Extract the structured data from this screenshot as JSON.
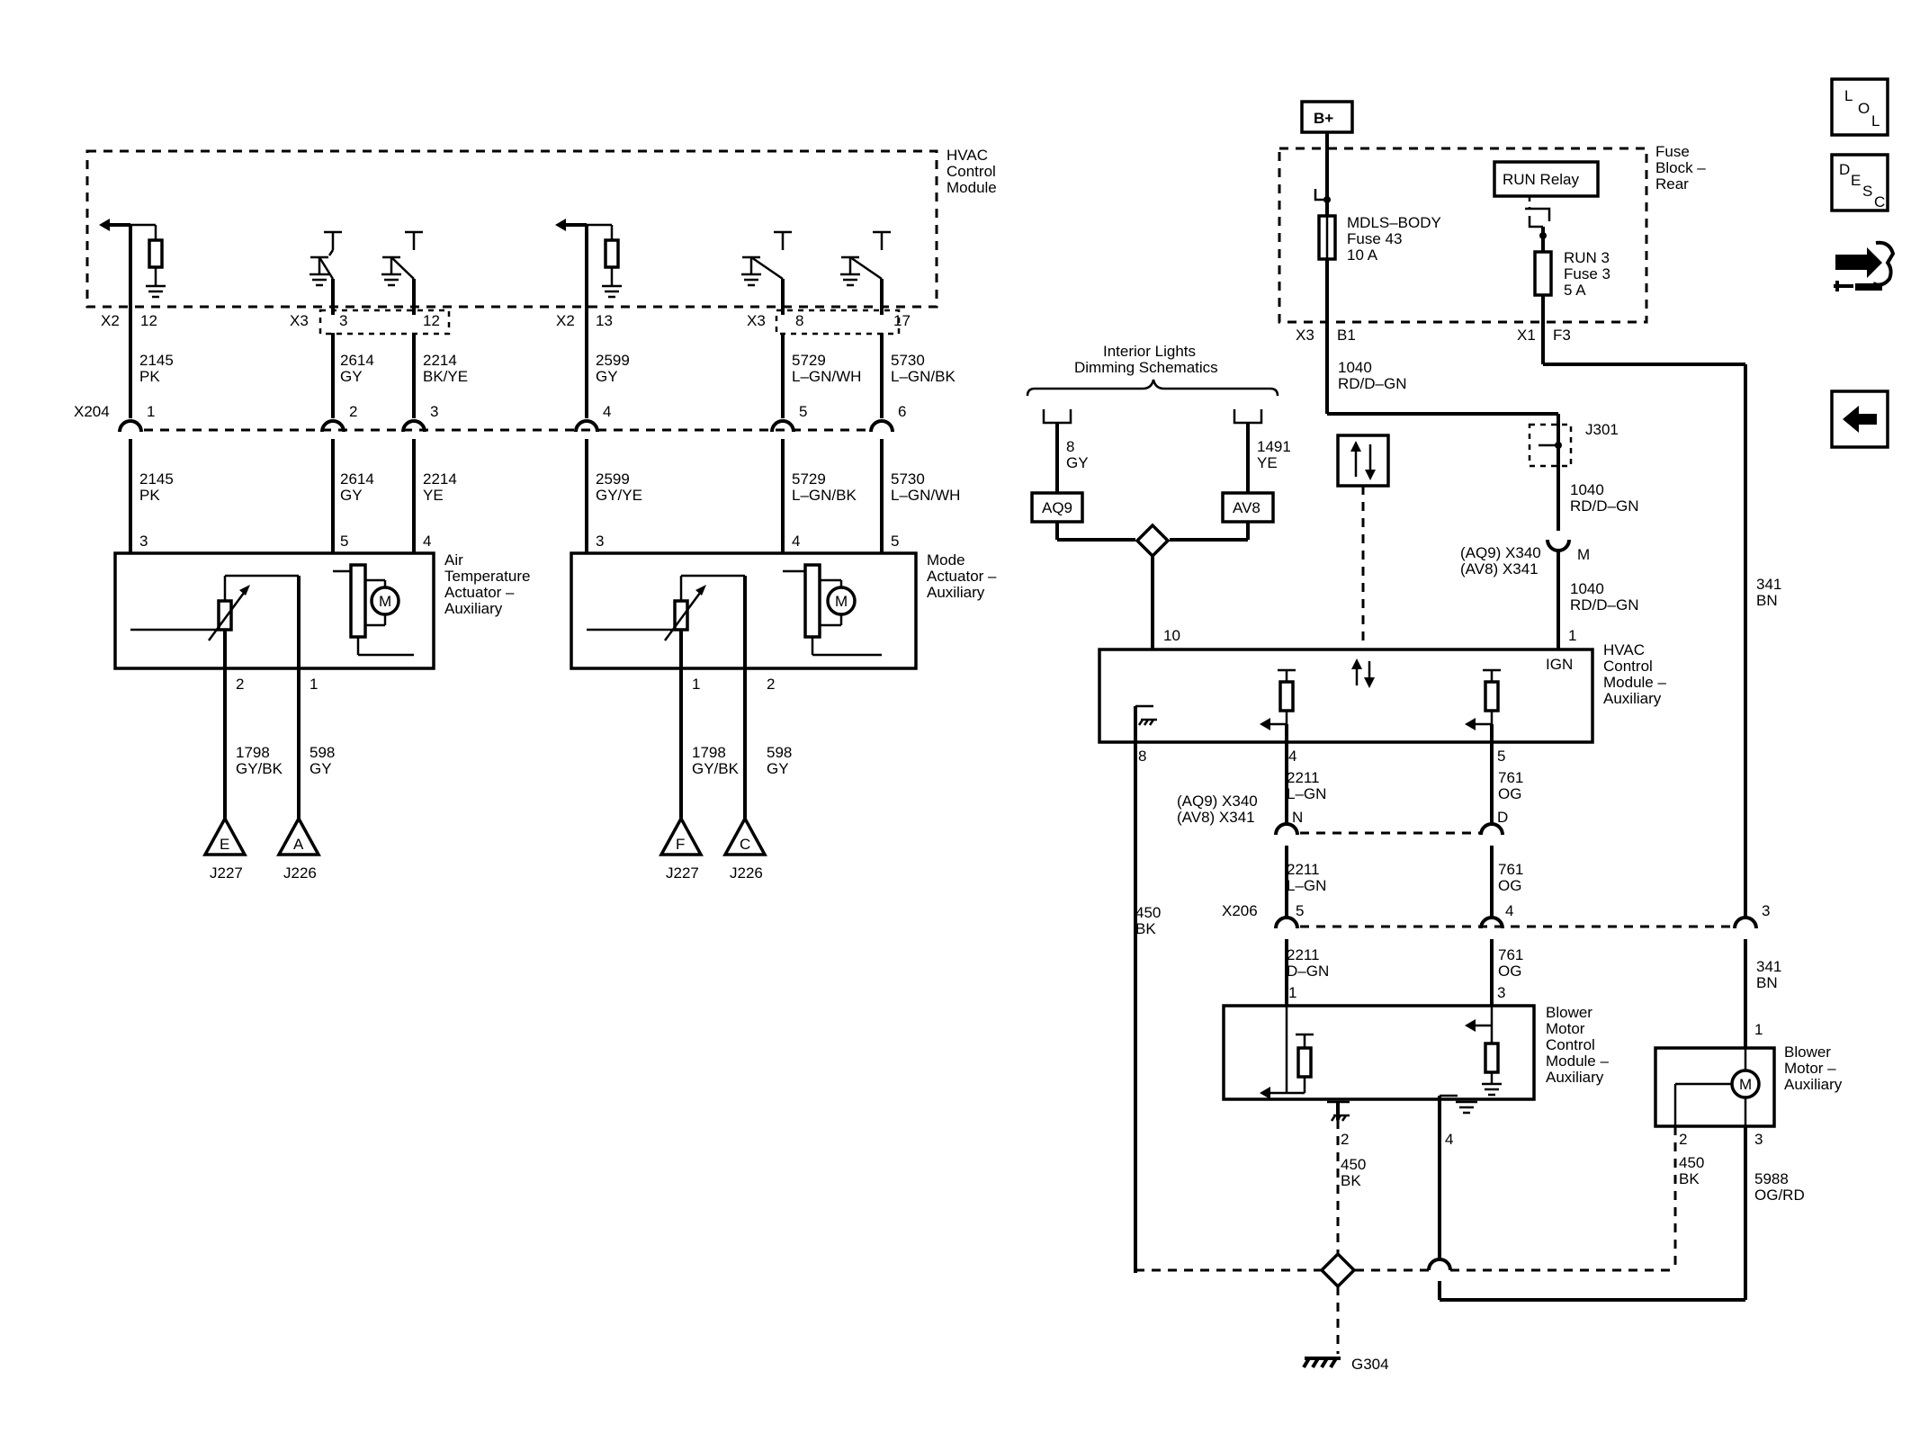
{
  "hvac_module": {
    "name_l1": "HVAC",
    "name_l2": "Control",
    "name_l3": "Module"
  },
  "fuse_block": {
    "name_l1": "Fuse",
    "name_l2": "Block –",
    "name_l3": "Rear"
  },
  "bplus": "B+",
  "run_relay": "RUN Relay",
  "fuse43": {
    "l1": "MDLS–BODY",
    "l2": "Fuse 43",
    "l3": "10 A"
  },
  "fuse3": {
    "l1": "RUN 3",
    "l2": "Fuse 3",
    "l3": "5 A"
  },
  "interior": {
    "l1": "Interior Lights",
    "l2": "Dimming Schematics"
  },
  "air_actuator": {
    "l1": "Air",
    "l2": "Temperature",
    "l3": "Actuator –",
    "l4": "Auxiliary"
  },
  "mode_actuator": {
    "l1": "Mode",
    "l2": "Actuator –",
    "l3": "Auxiliary"
  },
  "hvac_aux": {
    "l1": "HVAC",
    "l2": "Control",
    "l3": "Module –",
    "l4": "Auxiliary",
    "ign": "IGN"
  },
  "bmcm": {
    "l1": "Blower",
    "l2": "Motor",
    "l3": "Control",
    "l4": "Module –",
    "l5": "Auxiliary"
  },
  "blower_aux": {
    "l1": "Blower",
    "l2": "Motor –",
    "l3": "Auxiliary"
  },
  "motor_m": "M",
  "connectors": {
    "x2": "X2",
    "x3": "X3",
    "x204": "X204",
    "x206": "X206",
    "x1": "X1",
    "j301": "J301",
    "g304": "G304",
    "x340a": "(AQ9) X340",
    "x341a": "(AV8) X341",
    "x340b": "(AQ9) X340",
    "x341b": "(AV8) X341",
    "aq9": "AQ9",
    "av8": "AV8",
    "j227a": "J227",
    "j226a": "J226",
    "j227b": "J227",
    "j226b": "J226",
    "e": "E",
    "a": "A",
    "f": "F",
    "c": "C",
    "b1": "B1",
    "f3": "F3",
    "m": "M",
    "n": "N",
    "dpin": "D"
  },
  "pins": {
    "p12a": "12",
    "p3a": "3",
    "p12b": "12",
    "p13": "13",
    "p8a": "8",
    "p17": "17",
    "x204_1": "1",
    "x204_2": "2",
    "x204_3": "3",
    "x204_4": "4",
    "x204_5": "5",
    "x204_6": "6",
    "ata3": "3",
    "ata5": "5",
    "ata4": "4",
    "ata2": "2",
    "ata1": "1",
    "mda3": "3",
    "mda4": "4",
    "mda5": "5",
    "mda1": "1",
    "mda2": "2",
    "ia8": "8",
    "ia1491": "1491",
    "h10": "10",
    "h1": "1",
    "h8": "8",
    "h4": "4",
    "h5": "5",
    "x206_5": "5",
    "x206_4": "4",
    "x206_3": "3",
    "b1pin": "1",
    "b3pin": "3",
    "b2pin": "2",
    "b4pin": "4",
    "bl1": "1",
    "bl2": "2",
    "bl3": "3"
  },
  "wires": {
    "w2145a": {
      "n": "2145",
      "c": "PK"
    },
    "w2614a": {
      "n": "2614",
      "c": "GY"
    },
    "w2214a": {
      "n": "2214",
      "c": "BK/YE"
    },
    "w2599a": {
      "n": "2599",
      "c": "GY"
    },
    "w5729a": {
      "n": "5729",
      "c": "L–GN/WH"
    },
    "w5730a": {
      "n": "5730",
      "c": "L–GN/BK"
    },
    "w2145b": {
      "n": "2145",
      "c": "PK"
    },
    "w2614b": {
      "n": "2614",
      "c": "GY"
    },
    "w2214b": {
      "n": "2214",
      "c": "YE"
    },
    "w2599b": {
      "n": "2599",
      "c": "GY/YE"
    },
    "w5729b": {
      "n": "5729",
      "c": "L–GN/BK"
    },
    "w5730b": {
      "n": "5730",
      "c": "L–GN/WH"
    },
    "w1798a": {
      "n": "1798",
      "c": "GY/BK"
    },
    "w598a": {
      "n": "598",
      "c": "GY"
    },
    "w1798b": {
      "n": "1798",
      "c": "GY/BK"
    },
    "w598b": {
      "n": "598",
      "c": "GY"
    },
    "w8": {
      "c": "GY"
    },
    "w1491": {
      "c": "YE"
    },
    "w1040a": {
      "n": "1040",
      "c": "RD/D–GN"
    },
    "w1040b": {
      "n": "1040",
      "c": "RD/D–GN"
    },
    "w1040c": {
      "n": "1040",
      "c": "RD/D–GN"
    },
    "w341a": {
      "n": "341",
      "c": "BN"
    },
    "w341b": {
      "n": "341",
      "c": "BN"
    },
    "w2211a": {
      "n": "2211",
      "c": "L–GN"
    },
    "w761a": {
      "n": "761",
      "c": "OG"
    },
    "w2211b": {
      "n": "2211",
      "c": "L–GN"
    },
    "w761b": {
      "n": "761",
      "c": "OG"
    },
    "w2211c": {
      "n": "2211",
      "c": "D–GN"
    },
    "w761c": {
      "n": "761",
      "c": "OG"
    },
    "w450a": {
      "n": "450",
      "c": "BK"
    },
    "w450b": {
      "n": "450",
      "c": "BK"
    },
    "w450c": {
      "n": "450",
      "c": "BK"
    },
    "w5988": {
      "n": "5988",
      "c": "OG/RD"
    }
  },
  "nav": {
    "lol": {
      "l": "L",
      "o": "O",
      "r": "L"
    },
    "desc": {
      "d": "D",
      "e": "E",
      "s": "S",
      "c": "C"
    }
  }
}
